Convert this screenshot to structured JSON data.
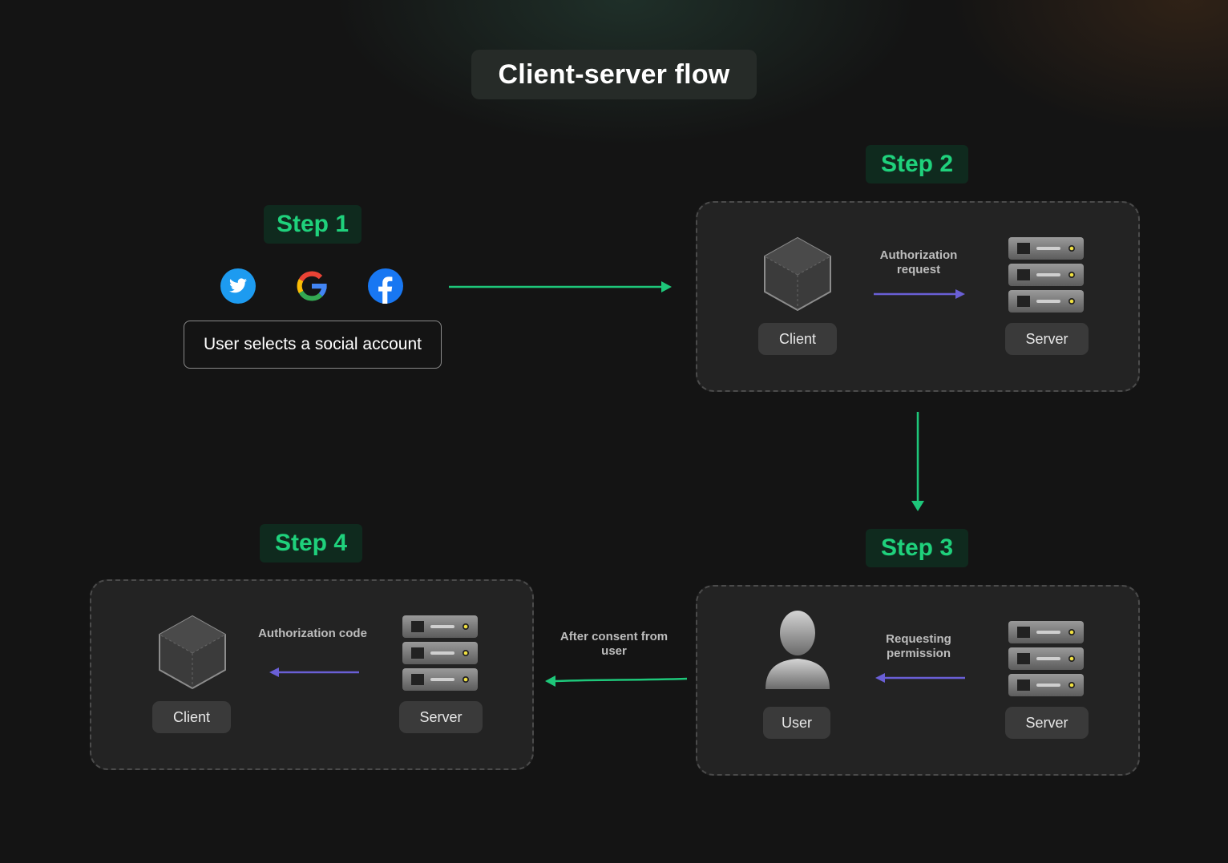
{
  "title": "Client-server flow",
  "steps": {
    "step1": {
      "label": "Step 1",
      "icons": [
        "twitter-icon",
        "google-icon",
        "facebook-icon"
      ],
      "caption": "User selects a social account"
    },
    "step2": {
      "label": "Step 2",
      "left_label": "Client",
      "right_label": "Server",
      "note": "Authorization request",
      "arrow_direction": "right"
    },
    "step3": {
      "label": "Step 3",
      "left_label": "User",
      "right_label": "Server",
      "note": "Requesting permission",
      "arrow_direction": "left"
    },
    "step4": {
      "label": "Step 4",
      "left_label": "Client",
      "right_label": "Server",
      "note": "Authorization code",
      "arrow_direction": "left"
    }
  },
  "connectors": {
    "step3_to_step4": "After consent from user"
  },
  "colors": {
    "background": "#141414",
    "step_text": "#1fd17c",
    "connector": "#1ec77a",
    "inner_arrow": "#6a5fd6"
  }
}
